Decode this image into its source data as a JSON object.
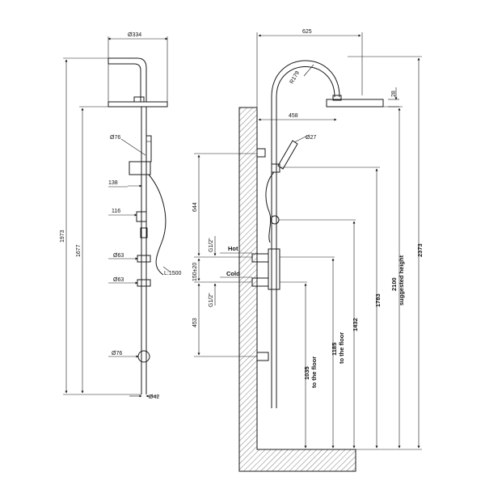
{
  "front_view": {
    "head_diameter": "Ø334",
    "total_height": "1973",
    "bar_height": "1677",
    "holder_diameter": "Ø76",
    "holder_offset": "138",
    "slider_offset": "116",
    "ring_upper": "Ø63",
    "ring_lower": "Ø63",
    "hose_length": "L:1500",
    "base_diameter": "Ø76",
    "pipe_diameter": "Ø42"
  },
  "side_view": {
    "arm_reach": "625",
    "arm_radius": "R179",
    "head_projection": "458",
    "head_thickness": "28",
    "hand_shower_diameter": "Ø27",
    "dim_644": "644",
    "dim_453": "453",
    "thread_hot": "G1/2\"",
    "thread_cold": "G1/2\"",
    "inlet_spacing": "150±20",
    "label_hot": "Hot",
    "label_cold": "Cold",
    "dim_1035": "1035",
    "dim_1185": "1185",
    "floor_note_1": "to the floor",
    "floor_note_2": "to the floor",
    "dim_1432": "1432",
    "dim_1783": "1783",
    "dim_2100": "2100",
    "suggested_height": "suggested height",
    "dim_2373": "2373"
  }
}
